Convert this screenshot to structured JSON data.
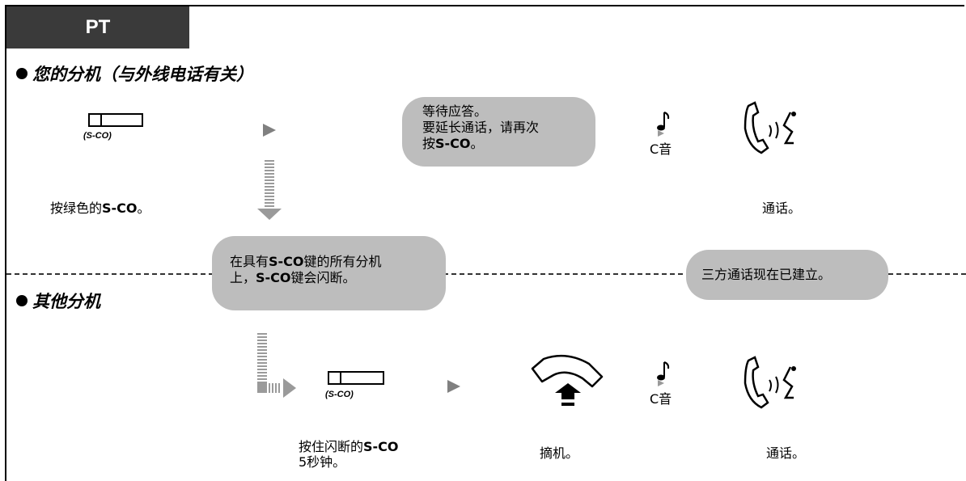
{
  "tab": {
    "label": "PT"
  },
  "sections": {
    "your_extension": "您的分机（与外线电话有关）",
    "other_extensions": "其他分机"
  },
  "key_caption": "(S-CO)",
  "tone_label": "C音",
  "steps": {
    "press_green_prefix": "按绿色的",
    "press_green_key": "S-CO",
    "press_green_suffix": "。",
    "wait_line1": "等待应答。",
    "wait_line2": "要延长通话，请再次",
    "wait_line3_prefix": "按",
    "wait_line3_key": "S-CO",
    "wait_line3_suffix": "。",
    "talk": "通话。",
    "flash_line1_prefix": "在具有",
    "flash_line1_key": "S-CO",
    "flash_line1_suffix": "键的所有分机",
    "flash_line2_prefix": "上，",
    "flash_line2_key": "S-CO",
    "flash_line2_suffix": "键会闪断。",
    "conference": "三方通话现在已建立。",
    "hold_prefix": "按住闪断的",
    "hold_key": "S-CO",
    "hold_line2": "5秒钟。",
    "offhook": "摘机。",
    "talk2": "通话。"
  }
}
